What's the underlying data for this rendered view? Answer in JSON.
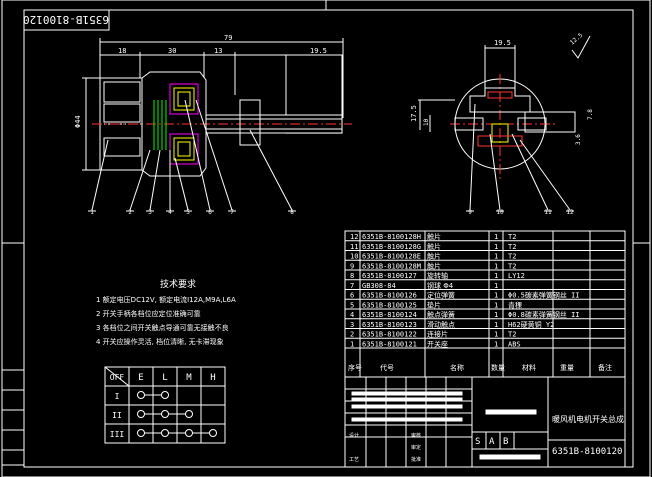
{
  "title_stamp": "6351B-8100120",
  "drawing_number": "6351B-8100120",
  "drawing_name": "暖风机电机开关总成",
  "scale_letters": [
    "S",
    "A",
    "B"
  ],
  "dims_left": {
    "overall": "79",
    "d1": "18",
    "d2": "30",
    "d3": "13",
    "d4": "19.5",
    "height": "Φ44"
  },
  "dims_right": {
    "top": "19.5",
    "side": "17.5",
    "d2": "10",
    "d3": "3.6",
    "d4": "7.8",
    "rough": "12.5"
  },
  "balloons_left": [
    "1",
    "2",
    "3",
    "4",
    "5",
    "6",
    "7",
    "8"
  ],
  "balloons_right": [
    "9",
    "10",
    "11",
    "12"
  ],
  "tech_title": "技术要求",
  "tech_notes": [
    "1  额定电压DC12V, 额定电流I12A,M9A,L6A",
    "2  开关手柄各档位应定位准确可靠",
    "3  各档位之间开关触点导通可靠无接触不良",
    "4  开关应操作灵活, 档位清晰, 无卡滞现象"
  ],
  "switch_table": {
    "header": [
      "E",
      "L",
      "M",
      "H"
    ],
    "rows": [
      "OFF",
      "I",
      "II",
      "III"
    ]
  },
  "bom_rows": [
    {
      "no": "12",
      "code": "6351B-8100128H",
      "name": "触片",
      "qty": "1",
      "mat": "T2"
    },
    {
      "no": "11",
      "code": "6351B-8100128G",
      "name": "触片",
      "qty": "1",
      "mat": "T2"
    },
    {
      "no": "10",
      "code": "6351B-8100128E",
      "name": "触片",
      "qty": "1",
      "mat": "T2"
    },
    {
      "no": "9",
      "code": "6351B-8100128M",
      "name": "触片",
      "qty": "1",
      "mat": "T2"
    },
    {
      "no": "8",
      "code": "6351B-8100127",
      "name": "旋转轴",
      "qty": "1",
      "mat": "LY12"
    },
    {
      "no": "7",
      "code": "GB308-84",
      "name": "钢球 Φ4",
      "qty": "1",
      "mat": ""
    },
    {
      "no": "6",
      "code": "6351B-8100126",
      "name": "定位弹簧",
      "qty": "1",
      "mat": "Φ0.5碳素弹簧钢丝 II"
    },
    {
      "no": "5",
      "code": "6351B-8100125",
      "name": "垫片",
      "qty": "1",
      "mat": "青稞"
    },
    {
      "no": "4",
      "code": "6351B-8100124",
      "name": "触点弹簧",
      "qty": "1",
      "mat": "Φ0.8碳素弹簧钢丝 II"
    },
    {
      "no": "3",
      "code": "6351B-8100123",
      "name": "滑动触点",
      "qty": "1",
      "mat": "H62硬黄铜 Y2"
    },
    {
      "no": "2",
      "code": "6351B-8100122",
      "name": "连接片",
      "qty": "1",
      "mat": "T2"
    },
    {
      "no": "1",
      "code": "6351B-8100121",
      "name": "开关座",
      "qty": "1",
      "mat": "ABS"
    }
  ],
  "bom_header": {
    "no": "序号",
    "code": "代号",
    "name": "名称",
    "qty": "数量",
    "mat": "材料",
    "weight": "重量",
    "note": "备注"
  },
  "title_block": {
    "design": "设计",
    "check": "审核",
    "process": "工艺",
    "approve": "批准",
    "review": "审定"
  }
}
